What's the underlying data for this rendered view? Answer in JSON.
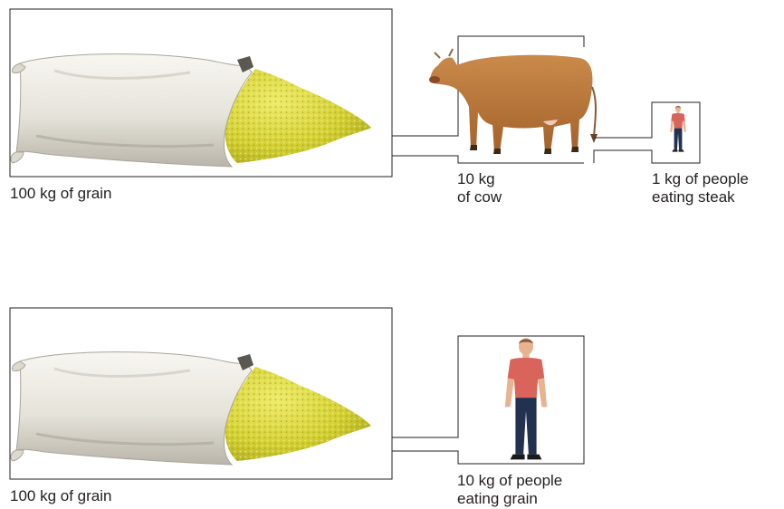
{
  "chains": {
    "meat": {
      "grain_label": "100 kg of grain",
      "cow_label": [
        "10 kg",
        "of cow"
      ],
      "people_label": [
        "1 kg of people",
        "eating steak"
      ]
    },
    "grain": {
      "grain_label": "100 kg of grain",
      "people_label": [
        "10 kg of people",
        "eating grain"
      ]
    }
  },
  "icons": {
    "grain_bag": "grain-sack-icon",
    "cow": "cow-icon",
    "person": "person-icon"
  },
  "colors": {
    "frame": "#231f20",
    "sack": "#eeece4",
    "grain": "#d9d636",
    "cow": "#b9753a",
    "shirt": "#d8645c",
    "jeans": "#22314f"
  }
}
